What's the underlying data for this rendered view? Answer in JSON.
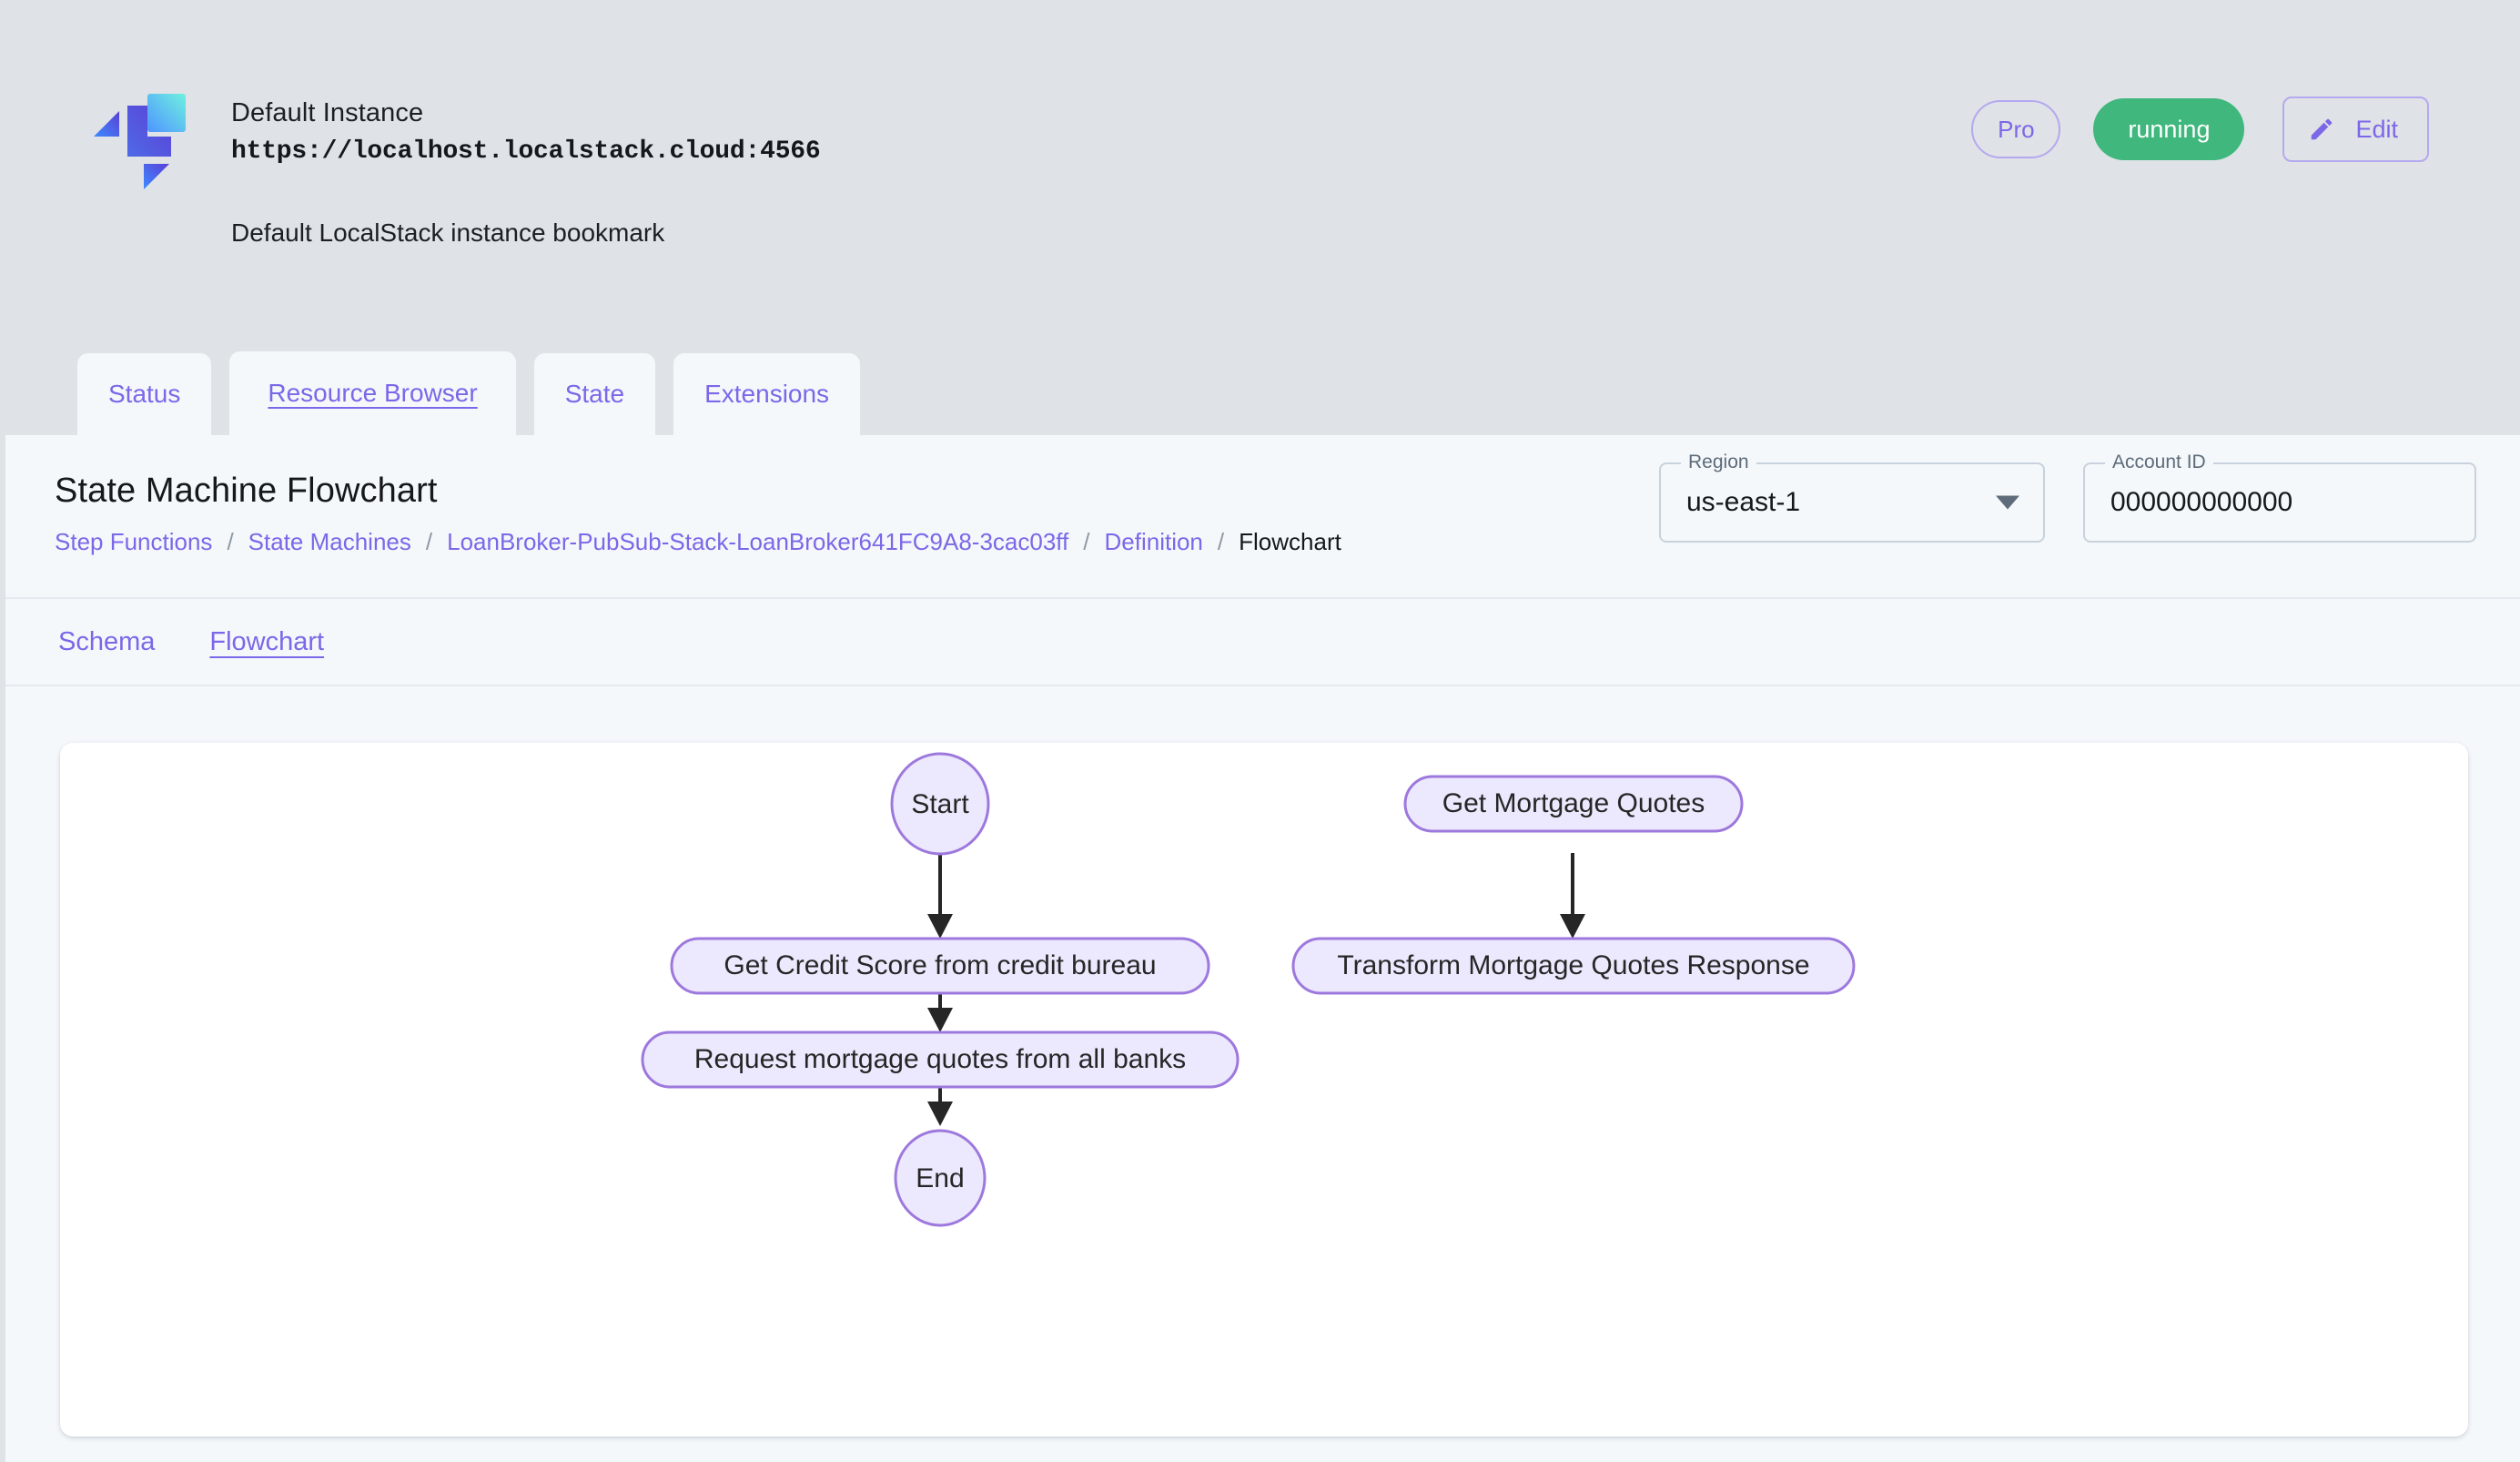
{
  "instance": {
    "name": "Default Instance",
    "url": "https://localhost.localstack.cloud:4566",
    "description": "Default LocalStack instance bookmark",
    "pro_badge": "Pro",
    "status": "running",
    "edit_label": "Edit"
  },
  "tabs": [
    {
      "label": "Status",
      "active": false
    },
    {
      "label": "Resource Browser",
      "active": true
    },
    {
      "label": "State",
      "active": false
    },
    {
      "label": "Extensions",
      "active": false
    }
  ],
  "page": {
    "title": "State Machine Flowchart",
    "breadcrumb": [
      {
        "label": "Step Functions",
        "current": false
      },
      {
        "label": "State Machines",
        "current": false
      },
      {
        "label": "LoanBroker-PubSub-Stack-LoanBroker641FC9A8-3cac03ff",
        "current": false
      },
      {
        "label": "Definition",
        "current": false
      },
      {
        "label": "Flowchart",
        "current": true
      }
    ],
    "separator": "/"
  },
  "region_field": {
    "label": "Region",
    "value": "us-east-1"
  },
  "account_field": {
    "label": "Account ID",
    "value": "000000000000"
  },
  "subtabs": [
    {
      "label": "Schema",
      "active": false
    },
    {
      "label": "Flowchart",
      "active": true
    }
  ],
  "flowchart": {
    "nodes": [
      {
        "id": "start",
        "label": "Start",
        "shape": "ellipse"
      },
      {
        "id": "credit",
        "label": "Get Credit Score from credit bureau",
        "shape": "stadium"
      },
      {
        "id": "request",
        "label": "Request mortgage quotes from all banks",
        "shape": "stadium"
      },
      {
        "id": "end",
        "label": "End",
        "shape": "ellipse"
      },
      {
        "id": "getquotes",
        "label": "Get Mortgage Quotes",
        "shape": "stadium"
      },
      {
        "id": "transform",
        "label": "Transform Mortgage Quotes Response",
        "shape": "stadium"
      }
    ],
    "edges": [
      {
        "from": "start",
        "to": "credit"
      },
      {
        "from": "credit",
        "to": "request"
      },
      {
        "from": "request",
        "to": "end"
      },
      {
        "from": "getquotes",
        "to": "transform"
      }
    ]
  },
  "colors": {
    "accent_purple": "#7a68e8",
    "status_green": "#3fb77d",
    "node_fill": "#ece8fd",
    "node_stroke": "#9d78dd",
    "header_bg": "#dfe2e6",
    "content_bg": "#f4f8fb"
  }
}
